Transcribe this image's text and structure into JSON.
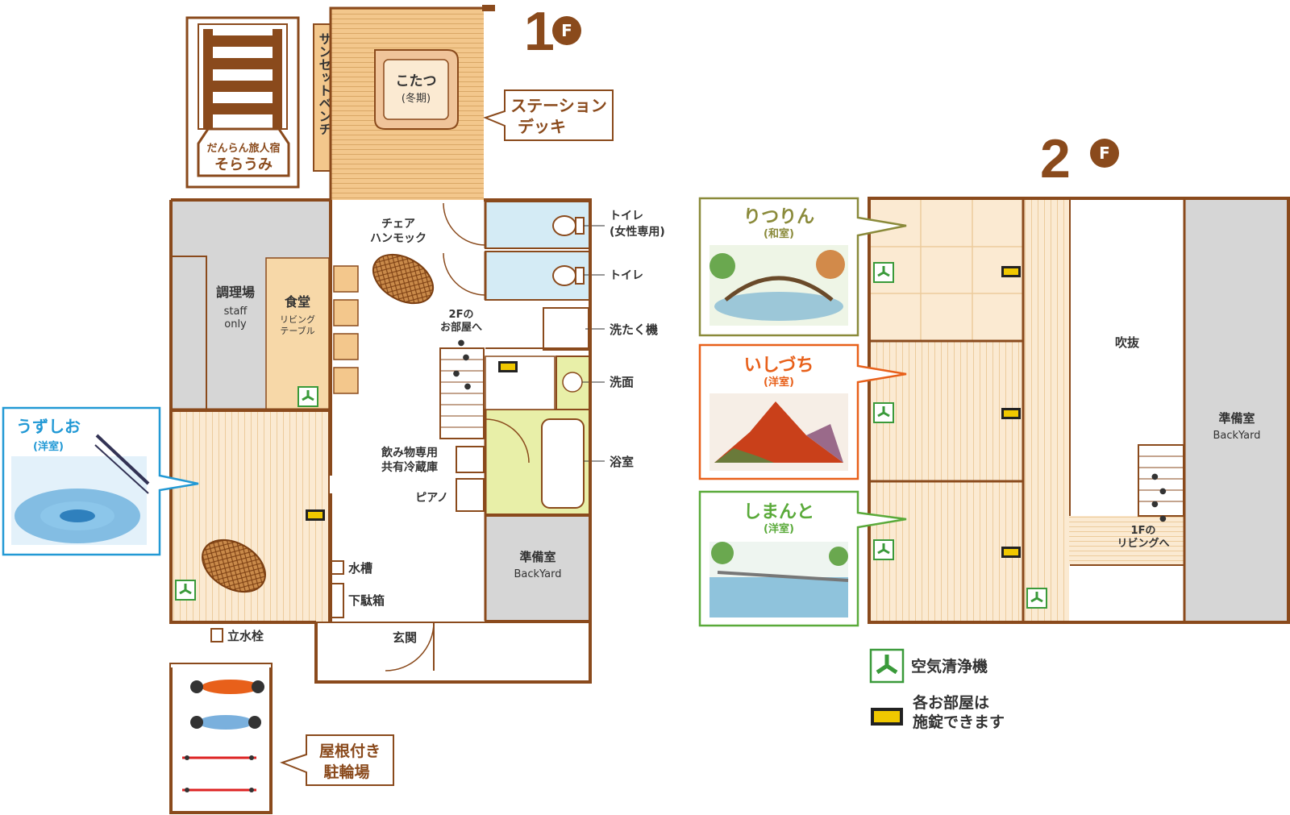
{
  "colors": {
    "wall": "#8a4a1c",
    "floor_wood": "#f3c78c",
    "floor_light": "#fbead2",
    "tile_blue": "#d4ebf5",
    "tile_green": "#e8efa8",
    "gray_room": "#d6d6d6",
    "uzushio": "#2299d5",
    "ritsurin": "#8a8a3a",
    "ishizuchi": "#e8601a",
    "shimanto": "#5aaa3a",
    "purifier": "#3a9a3a",
    "key_bg": "#f0c800"
  },
  "floor1": {
    "level_num": "1",
    "level_badge": "F",
    "sign_line1": "だんらん旅人宿",
    "sign_line2": "そらうみ",
    "sunset_bench": "サンセットベンチ",
    "kotatsu": "こたつ",
    "kotatsu_note": "(冬期)",
    "station_deck_1": "ステーション",
    "station_deck_2": "デッキ",
    "kitchen": "調理場",
    "kitchen_note_1": "staff",
    "kitchen_note_2": "only",
    "dining": "食堂",
    "dining_note_1": "リビング",
    "dining_note_2": "テーブル",
    "hammock_1": "チェア",
    "hammock_2": "ハンモック",
    "to_2f_1": "2Fの",
    "to_2f_2": "お部屋へ",
    "fridge_1": "飲み物専用",
    "fridge_2": "共有冷蔵庫",
    "piano": "ピアノ",
    "toilet_women": "トイレ",
    "toilet_women_note": "(女性専用)",
    "toilet": "トイレ",
    "washing_machine": "洗たく機",
    "washbasin": "洗面",
    "bath": "浴室",
    "storage": "準備室",
    "storage_en": "BackYard",
    "water_tank": "水槽",
    "shoe_box": "下駄箱",
    "entrance": "玄関",
    "faucet": "立水栓",
    "parking_1": "屋根付き",
    "parking_2": "駐輪場",
    "room_uzushio": "うずしお",
    "room_uzushio_type": "(洋室)"
  },
  "floor2": {
    "level_num": "2",
    "level_badge": "F",
    "room_ritsurin": "りつりん",
    "room_ritsurin_type": "(和室)",
    "room_ishizuchi": "いしづち",
    "room_ishizuchi_type": "(洋室)",
    "room_shimanto": "しまんと",
    "room_shimanto_type": "(洋室)",
    "atrium": "吹抜",
    "storage": "準備室",
    "storage_en": "BackYard",
    "to_1f_1": "1Fの",
    "to_1f_2": "リビングへ"
  },
  "legend": {
    "purifier": "空気清浄機",
    "lock_1": "各お部屋は",
    "lock_2": "施錠できます"
  }
}
